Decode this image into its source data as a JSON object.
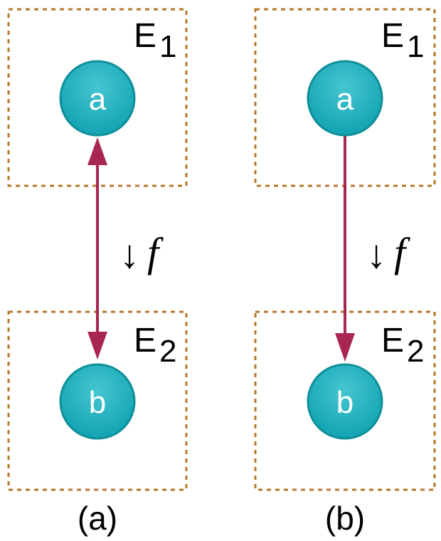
{
  "colors": {
    "box_border": "#b5782a",
    "node_fill": "#1fb0bd",
    "node_stroke": "#0f8f9b",
    "edge": "#a8264f"
  },
  "panels": [
    {
      "caption": "(a)",
      "upper_box_label": {
        "base": "E",
        "sub": "1"
      },
      "lower_box_label": {
        "base": "E",
        "sub": "2"
      },
      "upper_node": "a",
      "lower_node": "b",
      "map_arrow": "↓",
      "map_symbol": "f",
      "edge_direction": "bidirectional"
    },
    {
      "caption": "(b)",
      "upper_box_label": {
        "base": "E",
        "sub": "1"
      },
      "lower_box_label": {
        "base": "E",
        "sub": "2"
      },
      "upper_node": "a",
      "lower_node": "b",
      "map_arrow": "↓",
      "map_symbol": "f",
      "edge_direction": "downward"
    }
  ]
}
